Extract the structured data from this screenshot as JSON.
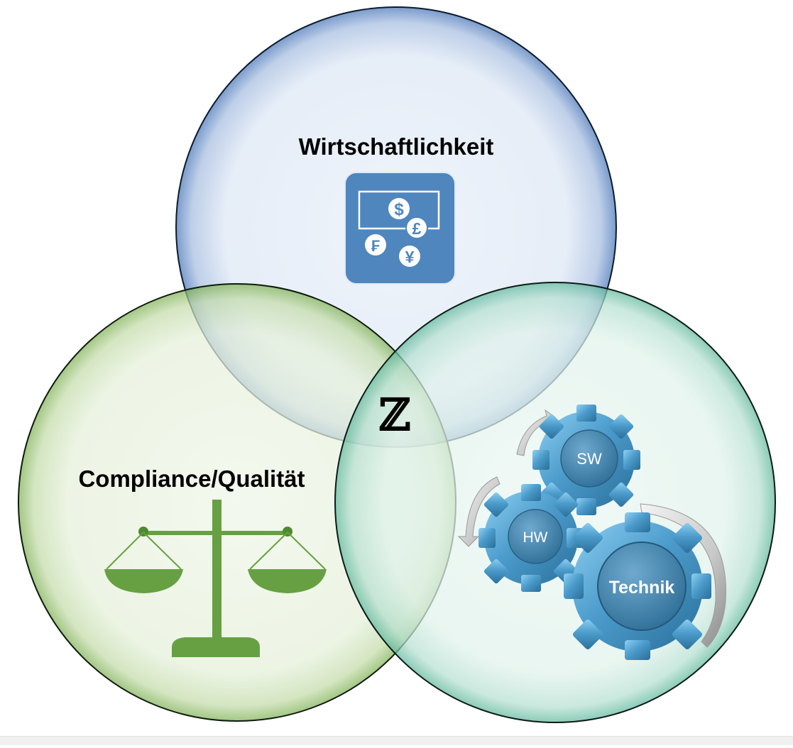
{
  "circles": {
    "economy": {
      "label": "Wirtschaftlichkeit",
      "icon": "currency-icon",
      "color": "#4f7fb8"
    },
    "compliance": {
      "label": "Compliance/Qualität",
      "icon": "scales-icon",
      "color": "#6a9f3e"
    },
    "technology": {
      "label": "Technik",
      "icon": "gears-icon",
      "color": "#3c9e8a"
    }
  },
  "center": {
    "logo": "ℤ"
  },
  "gears": {
    "sw": "SW",
    "hw": "HW",
    "main": "Technik"
  },
  "currency": {
    "dollar": "$",
    "pound": "£",
    "franc": "₣",
    "yen": "¥"
  }
}
